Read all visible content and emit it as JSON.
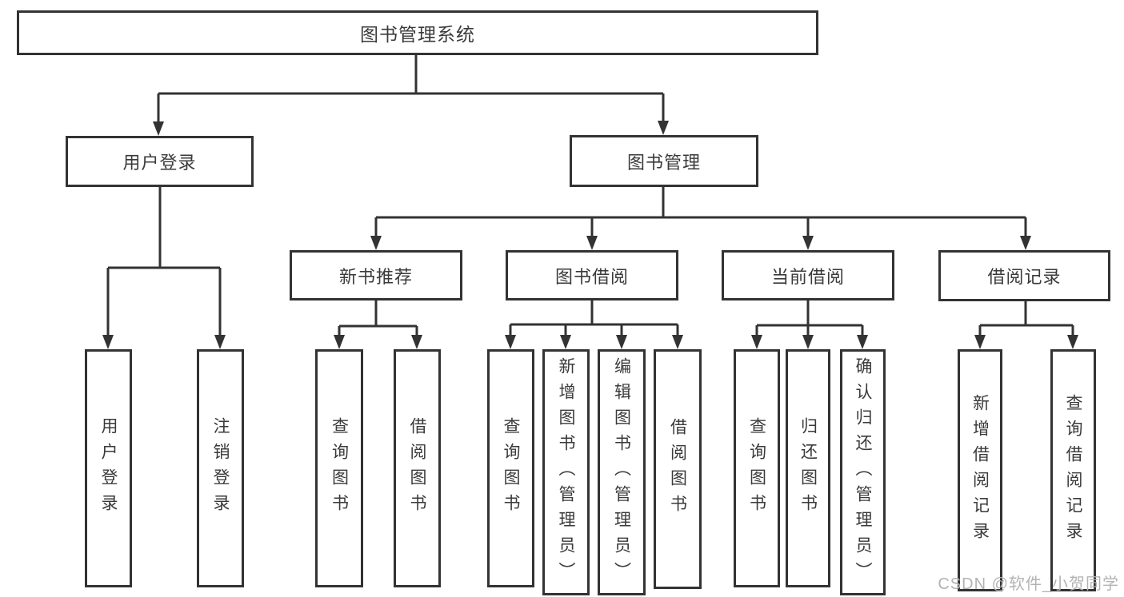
{
  "tree": {
    "root": {
      "label": "图书管理系统"
    },
    "level2": [
      {
        "id": "user-login",
        "label": "用户登录",
        "children": [
          "用户登录",
          "注销登录"
        ]
      },
      {
        "id": "book-management",
        "label": "图书管理"
      }
    ],
    "level3": [
      {
        "id": "new-book-recommend",
        "label": "新书推荐",
        "children": [
          "查询图书",
          "借阅图书"
        ]
      },
      {
        "id": "book-borrow",
        "label": "图书借阅",
        "children": [
          "查询图书",
          "新增图书（管理员）",
          "编辑图书（管理员）",
          "借阅图书"
        ]
      },
      {
        "id": "current-borrow",
        "label": "当前借阅",
        "children": [
          "查询图书",
          "归还图书",
          "确认归还（管理员）"
        ]
      },
      {
        "id": "borrow-records",
        "label": "借阅记录",
        "children": [
          "新增借阅记录",
          "查询借阅记录"
        ]
      }
    ]
  },
  "watermark": "CSDN @软件_小贺同学",
  "colors": {
    "line": "#333333",
    "text": "#3a3a3a",
    "watermark": "#b3b3b3",
    "background": "#ffffff"
  }
}
